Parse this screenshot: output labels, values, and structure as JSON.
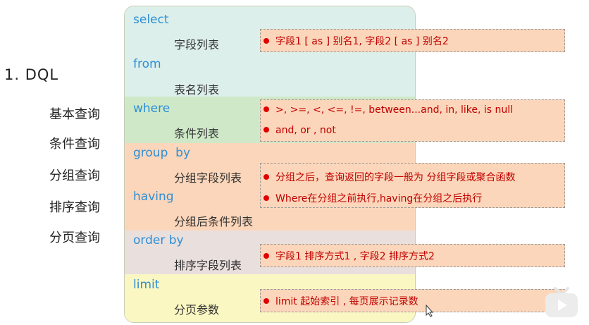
{
  "heading": "1. DQL",
  "sidebar": {
    "items": [
      {
        "label": "基本查询"
      },
      {
        "label": "条件查询"
      },
      {
        "label": "分组查询"
      },
      {
        "label": "排序查询"
      },
      {
        "label": "分页查询"
      }
    ]
  },
  "sections": [
    {
      "keyword": "select",
      "sub": "字段列表",
      "color": "#dcefea"
    },
    {
      "keyword": "from",
      "sub": "表名列表",
      "color": "#dcefea"
    },
    {
      "keyword": "where",
      "sub": "条件列表",
      "color": "#cfe9c8"
    },
    {
      "keyword": "group  by",
      "sub": "分组字段列表",
      "color": "#fcd6ba"
    },
    {
      "keyword": "having",
      "sub": "分组后条件列表",
      "color": "#fcd6ba"
    },
    {
      "keyword": "order by",
      "sub": "排序字段列表",
      "color": "#e9dfdd"
    },
    {
      "keyword": "limit",
      "sub": "分页参数",
      "color": "#fbf7c2"
    }
  ],
  "notes": {
    "select": [
      "字段1 [ as ] 别名1, 字段2 [ as ] 别名2"
    ],
    "where": [
      ">, >=, <, <=, !=, between...and, in, like, is null",
      "and, or , not"
    ],
    "group": [
      "分组之后，查询返回的字段一般为 分组字段或聚合函数",
      "Where在分组之前执行,having在分组之后执行"
    ],
    "order": [
      "字段1 排序方式1 , 字段2 排序方式2"
    ],
    "limit": [
      "limit 起始索引 , 每页展示记录数"
    ]
  },
  "colors": {
    "keyword": "#2e8fd6",
    "note_text": "#c00000",
    "bullet": "#e00000",
    "note_bg": "#fcd6ba"
  }
}
